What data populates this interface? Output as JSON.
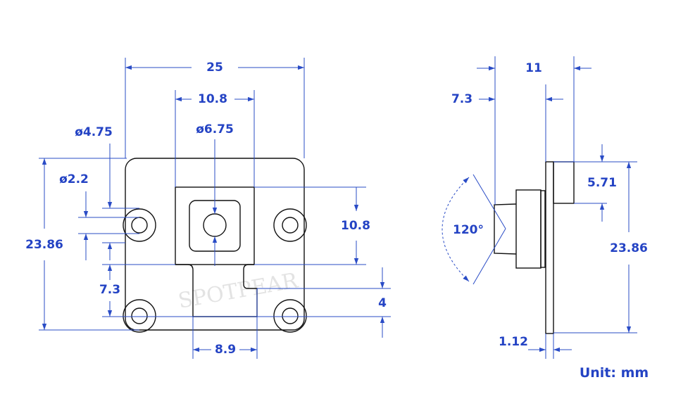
{
  "diagram": {
    "front_view": {
      "width": "25",
      "sensor_width": "10.8",
      "lens_diameter": "ø6.75",
      "outer_hole_diameter": "ø4.75",
      "hole_diameter": "ø2.2",
      "height": "23.86",
      "sensor_height": "10.8",
      "hole_offset": "7.3",
      "notch_height": "4",
      "connector_width": "8.9"
    },
    "side_view": {
      "depth": "11",
      "lens_depth": "7.3",
      "field_of_view": "120°",
      "block_height": "5.71",
      "height": "23.86",
      "board_thickness": "1.12"
    },
    "unit": "Unit: mm",
    "watermark": "SPOTPEAR",
    "colors": {
      "dimension": "#2a4cc6",
      "outline": "#111111"
    }
  }
}
